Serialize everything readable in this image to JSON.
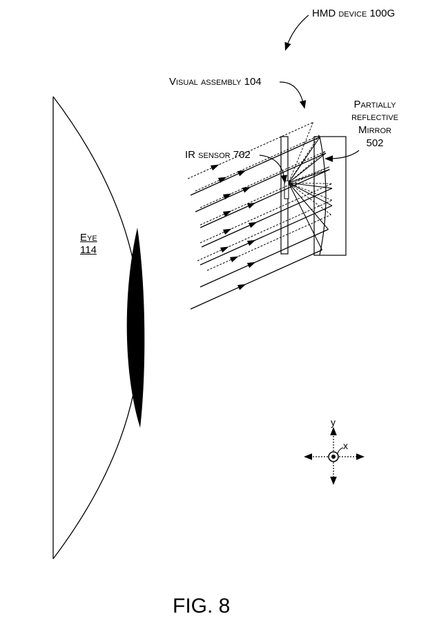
{
  "labels": {
    "hmd": "HMD device 100G",
    "visual": "Visual assembly 104",
    "mirror1": "Partially",
    "mirror2": "reflective",
    "mirror3": "Mirror",
    "mirror4": "502",
    "sensor": "IR sensor 702",
    "eye1": "Eye",
    "eye2": "114",
    "axis_y": "y",
    "axis_x": "x",
    "figure": "FIG. 8"
  }
}
